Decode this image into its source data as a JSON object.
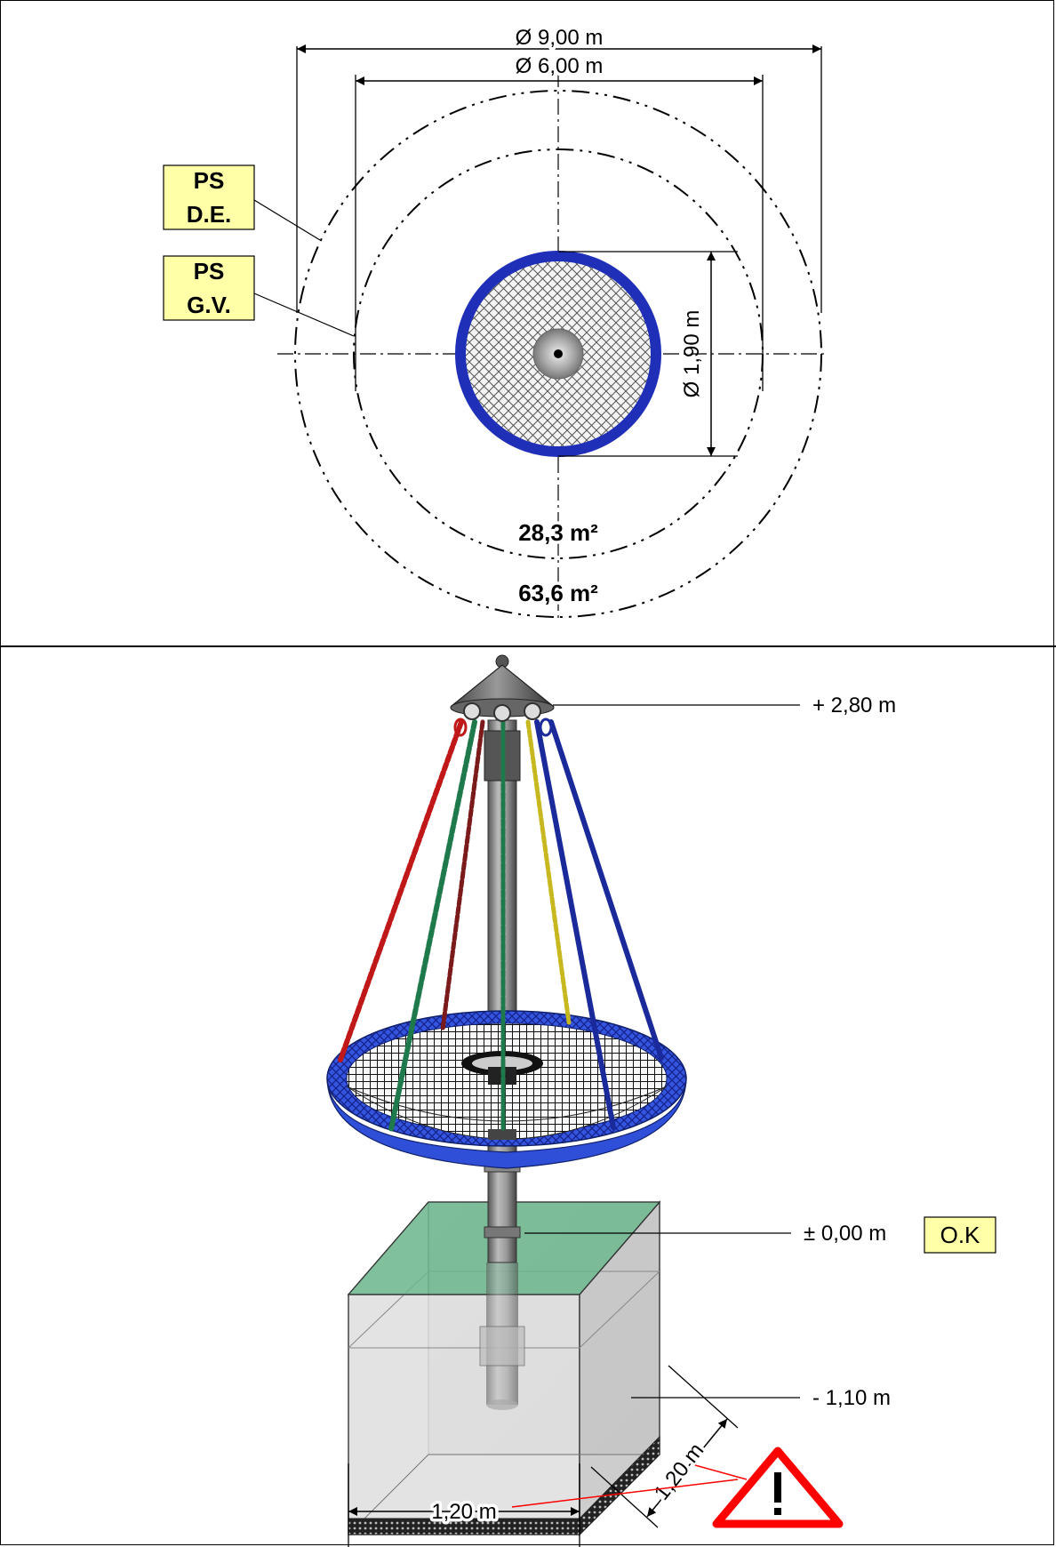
{
  "plan": {
    "dim_outer": "Ø 9,00 m",
    "dim_inner": "Ø 6,00 m",
    "dim_seat": "Ø 1,90 m",
    "area_inner": "28,3 m²",
    "area_outer": "63,6 m²",
    "tag_de": {
      "line1": "PS",
      "line2": "D.E."
    },
    "tag_gv": {
      "line1": "PS",
      "line2": "G.V."
    }
  },
  "elevation": {
    "top_level": "+ 2,80 m",
    "ground_level": "± 0,00 m",
    "ok_tag": "O.K",
    "foundation_level": "- 1,10 m",
    "foundation_width": "1,20 m",
    "foundation_depth": "1,20 m"
  },
  "colors": {
    "tag_fill": "#ffffa8",
    "seat_ring": "#1f2fb8",
    "seat_rim_3d": "#2f4fd8",
    "grass": "#6ab58c",
    "warning": "#ff0000",
    "rope_red": "#c01818",
    "rope_green": "#1e7a4a",
    "rope_blue": "#1a2a9a",
    "rope_yellow": "#c8b820",
    "rope_darkred": "#7a1a1a"
  },
  "icons": [
    "warning-triangle-icon"
  ]
}
